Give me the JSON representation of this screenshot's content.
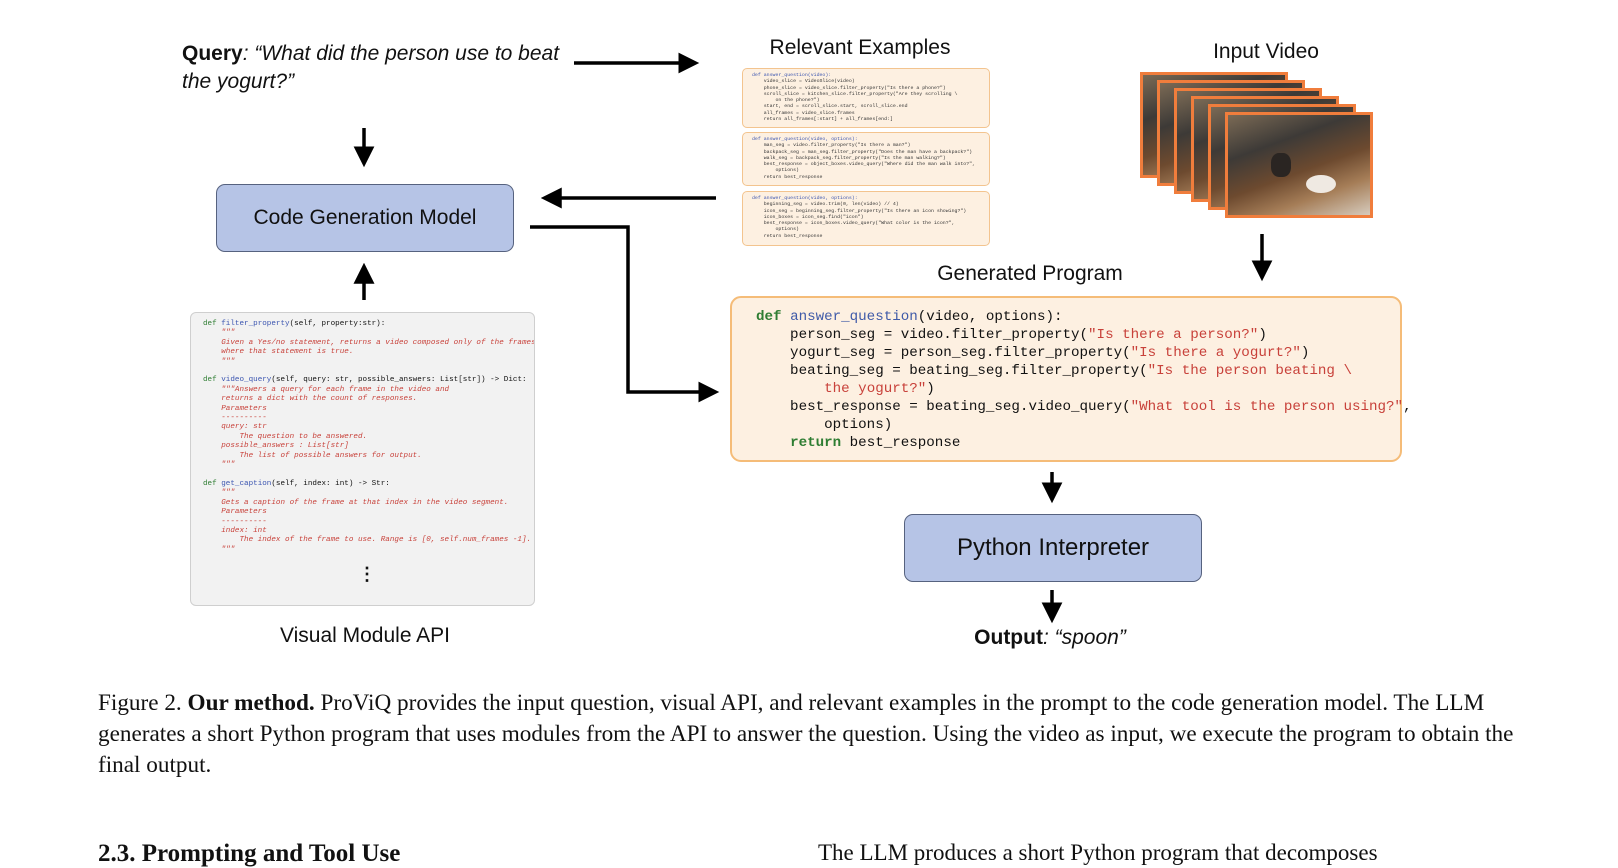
{
  "query": {
    "label": "Query",
    "text": ": “What did the person use to beat the yogurt?”"
  },
  "code_generation_model": "Code Generation Model",
  "python_interpreter": "Python Interpreter",
  "relevant_examples": {
    "title": "Relevant Examples",
    "examples": [
      [
        "def answer_question(video):",
        "    video_slice = VideoSlice(video)",
        "    phone_slice = video_slice.filter_property(\"Is there a phone?\")",
        "    scroll_slice = kitchen_slice.filter_property(\"Are they scrolling \\",
        "        on the phone?\")",
        "    start, end = scroll_slice.start, scroll_slice.end",
        "    all_frames = video_slice.frames",
        "    return all_frames[:start] + all_frames[end:]"
      ],
      [
        "def answer_question(video, options):",
        "    man_seg = video.filter_property(\"Is there a man?\")",
        "    backpack_seg = man_seg.filter_property(\"Does the man have a backpack?\")",
        "    walk_seg = backpack_seg.filter_property(\"Is the man walking?\")",
        "    best_response = object_boxes.video_query(\"Where did the man walk into?\",",
        "        options)",
        "    return best_response"
      ],
      [
        "def answer_question(video, options):",
        "    beginning_seg = video.trim(0, len(video) // 4)",
        "    icon_seg = beginning_seg.filter_property(\"Is there an icon showing?\")",
        "    icon_boxes = icon_seg.find(\"icon\")",
        "    best_response = icon_boxes.video_query(\"What color is the icon?\",",
        "        options)",
        "    return best_response"
      ]
    ]
  },
  "input_video": {
    "title": "Input Video"
  },
  "generated_program": {
    "title": "Generated Program",
    "lines": [
      {
        "kw": "def ",
        "fn": "answer_question",
        "rest": "(video, options):"
      },
      {
        "pre": "    person_seg = video.filter_property(",
        "str": "\"Is there a person?\"",
        "post": ")"
      },
      {
        "pre": "    yogurt_seg = person_seg.filter_property(",
        "str": "\"Is there a yogurt?\"",
        "post": ")"
      },
      {
        "pre": "    beating_seg = beating_seg.filter_property(",
        "str": "\"Is the person beating \\",
        "post": ""
      },
      {
        "pre": "        ",
        "str": "the yogurt?\"",
        "post": ")"
      },
      {
        "pre": "    best_response = beating_seg.video_query(",
        "str": "\"What tool is the person using?\"",
        "post": ","
      },
      {
        "pre": "        options)",
        "str": "",
        "post": ""
      },
      {
        "kwpre": "    ",
        "kw": "return",
        "rest": " best_response"
      }
    ]
  },
  "visual_module_api": {
    "title": "Visual Module API",
    "lines": [
      {
        "t": "def",
        "f": "filter_property",
        "r": "(self, property:str):"
      },
      {
        "d": "    \"\"\""
      },
      {
        "d": "    Given a Yes/no statement, returns a video composed only of the frames"
      },
      {
        "d": "    where that statement is true."
      },
      {
        "d": "    \"\"\""
      },
      {
        "d": ""
      },
      {
        "t": "def",
        "f": "video_query",
        "r": "(self, query: str, possible_answers: List[str]) -> Dict:"
      },
      {
        "d": "    \"\"\"Answers a query for each frame in the video and"
      },
      {
        "d": "    returns a dict with the count of responses."
      },
      {
        "d": "    Parameters"
      },
      {
        "d": "    ----------"
      },
      {
        "d": "    query: str"
      },
      {
        "d": "        The question to be answered."
      },
      {
        "d": "    possible_answers : List[str]"
      },
      {
        "d": "        The list of possible answers for output."
      },
      {
        "d": "    \"\"\""
      },
      {
        "d": ""
      },
      {
        "t": "def",
        "f": "get_caption",
        "r": "(self, index: int) -> Str:"
      },
      {
        "d": "    \"\"\""
      },
      {
        "d": "    Gets a caption of the frame at that index in the video segment."
      },
      {
        "d": "    Parameters"
      },
      {
        "d": "    ----------"
      },
      {
        "d": "    index: int"
      },
      {
        "d": "        The index of the frame to use. Range is [0, self.num_frames -1]."
      },
      {
        "d": "    \"\"\""
      }
    ],
    "ellipsis": "⋮"
  },
  "output": {
    "label": "Output",
    "value": ": “spoon”"
  },
  "caption": {
    "label": "Figure 2.",
    "bold": "Our method.",
    "text": "ProViQ provides the input question, visual API, and relevant examples in the prompt to the code generation model. The LLM generates a short Python program that uses modules from the API to answer the question. Using the video as input, we execute the program to obtain the final output."
  },
  "section_title": "2.3. Prompting and Tool Use",
  "next_column_text": "The LLM produces a short Python program that decomposes"
}
